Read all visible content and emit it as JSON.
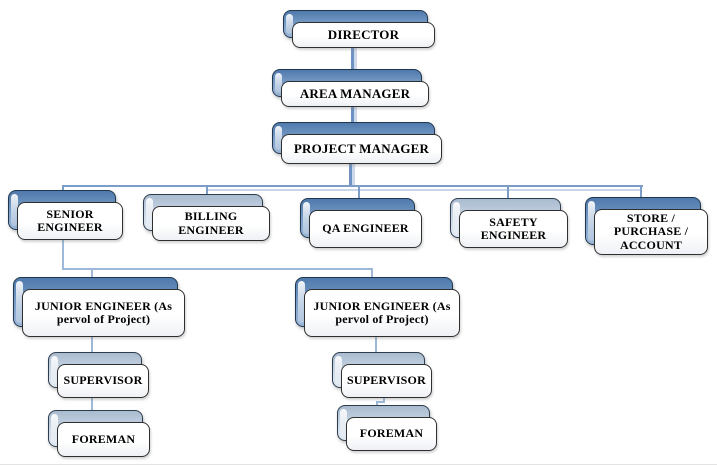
{
  "org_chart": {
    "background": "#ffffff",
    "nodes": [
      {
        "id": "director",
        "label": "DIRECTOR",
        "variant": "blue",
        "reports_to": null
      },
      {
        "id": "area_manager",
        "label": "AREA MANAGER",
        "variant": "blue",
        "reports_to": "director"
      },
      {
        "id": "project_manager",
        "label": "PROJECT MANAGER",
        "variant": "blue",
        "reports_to": "area_manager"
      },
      {
        "id": "senior_engineer",
        "label": "SENIOR ENGINEER",
        "variant": "blue",
        "reports_to": "project_manager"
      },
      {
        "id": "billing_engineer",
        "label": "BILLING ENGINEER",
        "variant": "light",
        "reports_to": "project_manager"
      },
      {
        "id": "qa_engineer",
        "label": "QA ENGINEER",
        "variant": "blue",
        "reports_to": "project_manager"
      },
      {
        "id": "safety_engineer",
        "label": "SAFETY ENGINEER",
        "variant": "light",
        "reports_to": "project_manager"
      },
      {
        "id": "store_purchase_account",
        "label": "STORE / PURCHASE / ACCOUNT",
        "variant": "blue",
        "reports_to": "project_manager"
      },
      {
        "id": "junior_engineer_1",
        "label": "JUNIOR ENGINEER (As pervol of Project)",
        "variant": "blue",
        "reports_to": "senior_engineer"
      },
      {
        "id": "junior_engineer_2",
        "label": "JUNIOR ENGINEER (As pervol of Project)",
        "variant": "blue",
        "reports_to": "senior_engineer"
      },
      {
        "id": "supervisor_1",
        "label": "SUPERVISOR",
        "variant": "light",
        "reports_to": "junior_engineer_1"
      },
      {
        "id": "supervisor_2",
        "label": "SUPERVISOR",
        "variant": "light",
        "reports_to": "junior_engineer_2"
      },
      {
        "id": "foreman_1",
        "label": "FOREMAN",
        "variant": "light",
        "reports_to": "supervisor_1"
      },
      {
        "id": "foreman_2",
        "label": "FOREMAN",
        "variant": "light",
        "reports_to": "supervisor_2"
      }
    ],
    "colors": {
      "back_blue_top": "#4f7aac",
      "back_blue_bottom": "#9cb7d7",
      "back_light_top": "#a9bbcf",
      "back_light_bottom": "#e2eaf2",
      "front_background": "#ffffff",
      "front_border": "#2f2f2f",
      "connector_dark": "#7c9dc8",
      "connector_medium": "#9db8d9",
      "connector_light": "#c9d6e9",
      "text": "#000000"
    }
  }
}
